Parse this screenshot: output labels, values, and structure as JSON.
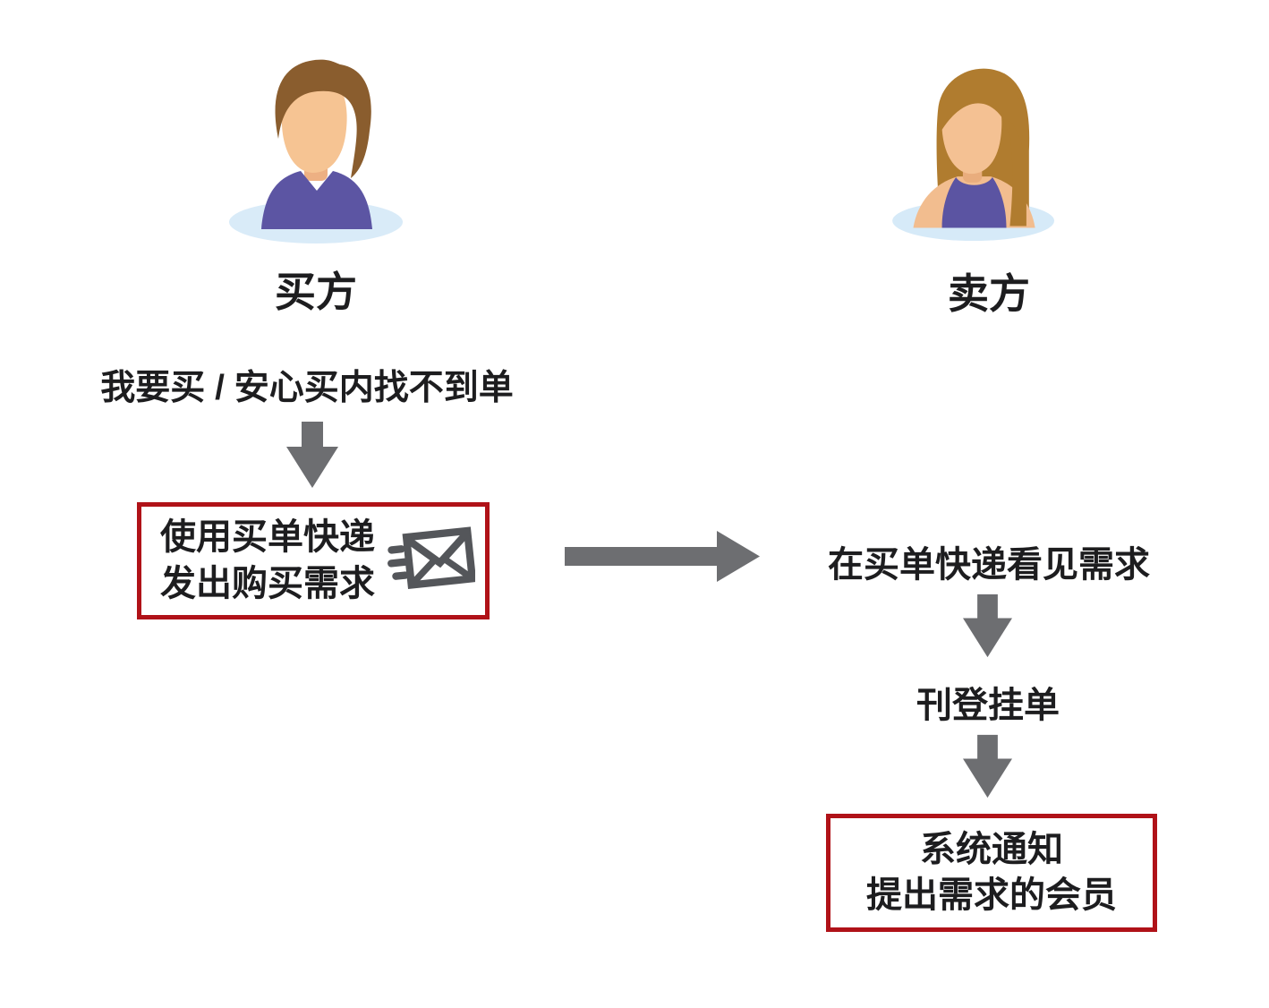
{
  "diagram": {
    "description": "Buyer/seller purchase-request flow chart",
    "colors": {
      "background": "#ffffff",
      "arrow_gray": "#6d6e71",
      "icon_gray": "#54565a",
      "box_border_red": "#b01218",
      "text_black": "#1d1d1f",
      "shirt_purple": "#5c55a3",
      "platform_blue": "#d9ebf8",
      "male_hair_brown": "#8a5d2e",
      "female_hair_brown": "#b07c2f",
      "skin": "#f4c193"
    },
    "icons": {
      "buyer_avatar": "male-avatar",
      "seller_avatar": "female-avatar",
      "mail": "send-mail-icon",
      "down_arrow": "down-arrow-icon",
      "right_arrow": "right-arrow-icon"
    },
    "buyer": {
      "label": "买方",
      "trigger_text": "我要买 / 安心买内找不到单",
      "action_box": {
        "line1": "使用买单快递",
        "line2": "发出购买需求",
        "icon": "send-mail-icon"
      }
    },
    "seller": {
      "label": "卖方",
      "step1": "在买单快递看见需求",
      "step2": "刊登挂单",
      "result_box": {
        "line1": "系统通知",
        "line2": "提出需求的会员"
      }
    }
  }
}
